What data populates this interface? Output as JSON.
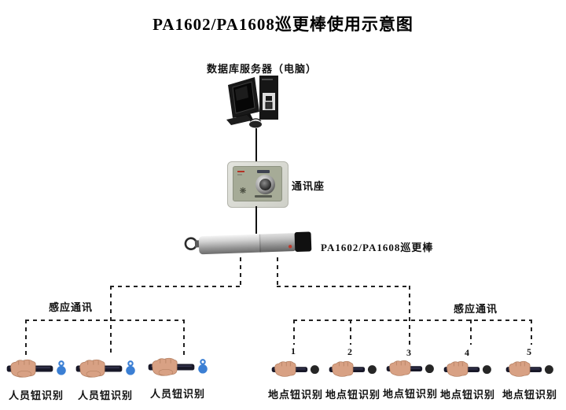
{
  "title": "PA1602/PA1608巡更棒使用示意图",
  "server": {
    "label": "数据库服务器（电脑）"
  },
  "dock": {
    "label": "通讯座"
  },
  "wand": {
    "label": "PA1602/PA1608巡更棒"
  },
  "left_branch": {
    "label": "感应通讯",
    "items": [
      {
        "label": "人员钮识别"
      },
      {
        "label": "人员钮识别"
      },
      {
        "label": "人员钮识别"
      }
    ]
  },
  "right_branch": {
    "label": "感应通讯",
    "items": [
      {
        "number": "1",
        "label": "地点钮识别"
      },
      {
        "number": "2",
        "label": "地点钮识别"
      },
      {
        "number": "3",
        "label": "地点钮识别"
      },
      {
        "number": "4",
        "label": "地点钮识别"
      },
      {
        "number": "5",
        "label": "地点钮识别"
      }
    ]
  },
  "colors": {
    "background": "#ffffff",
    "line": "#1a1a1a",
    "person_button_blue": "#3b7fd4",
    "location_button_black": "#262626",
    "wand_red_dot": "#c0392b",
    "dock_panel": "#a6ab97"
  }
}
